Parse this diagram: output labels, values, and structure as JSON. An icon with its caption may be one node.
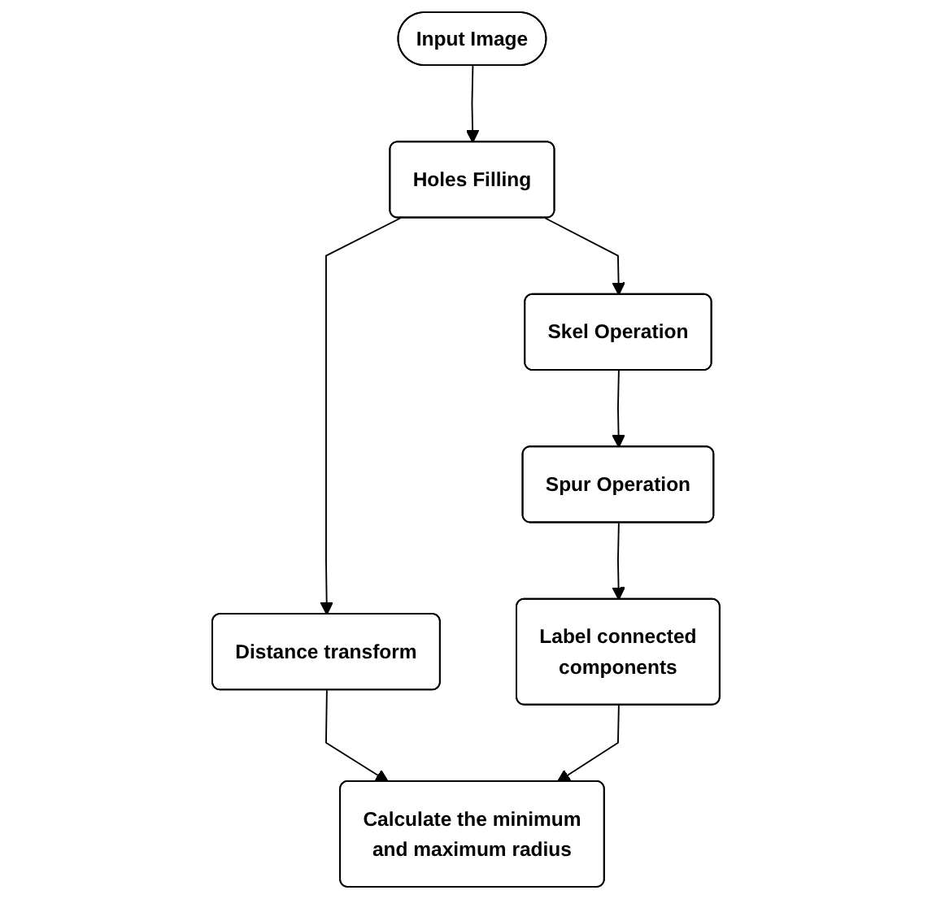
{
  "diagram": {
    "nodes": [
      {
        "text": [
          "Input Image"
        ]
      },
      {
        "text": [
          "Holes Filling"
        ]
      },
      {
        "text": [
          "Distance transform"
        ]
      },
      {
        "text": [
          "Skel Operation"
        ]
      },
      {
        "text": [
          "Spur Operation"
        ]
      },
      {
        "text": [
          "Label connected components"
        ]
      },
      {
        "text": [
          "Calculate the minimum and maximum radius"
        ]
      }
    ],
    "edges": [
      {
        "from": 0,
        "to": 1,
        "arrow": "to"
      },
      {
        "from": 1,
        "to": 2,
        "arrow": "to"
      },
      {
        "from": 1,
        "to": 3,
        "arrow": "to"
      },
      {
        "from": 3,
        "to": 4,
        "arrow": "to"
      },
      {
        "from": 4,
        "to": 5,
        "arrow": "to"
      },
      {
        "from": 2,
        "to": 6,
        "arrow": "to"
      },
      {
        "from": 5,
        "to": 6,
        "arrow": "to"
      }
    ]
  }
}
